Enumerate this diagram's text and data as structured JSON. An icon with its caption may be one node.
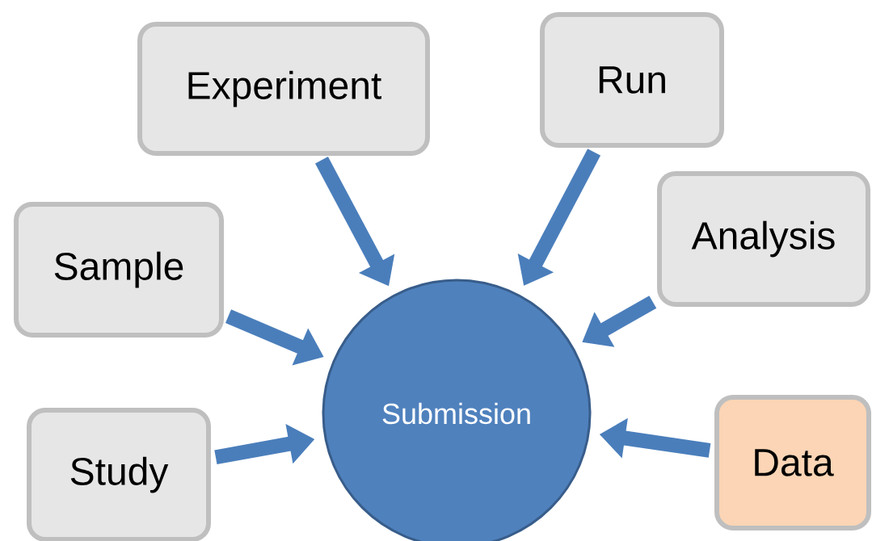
{
  "diagram": {
    "nodes": [
      {
        "text": [
          "Experiment"
        ]
      },
      {
        "text": [
          "Run"
        ]
      },
      {
        "text": [
          "Sample"
        ]
      },
      {
        "text": [
          "Analysis"
        ]
      },
      {
        "text": [
          "Submission"
        ]
      },
      {
        "text": [
          "Study"
        ]
      },
      {
        "text": [
          "Data"
        ]
      }
    ],
    "edges": [
      {
        "from": 0,
        "to": 4,
        "arrow": "to"
      },
      {
        "from": 1,
        "to": 4,
        "arrow": "to"
      },
      {
        "from": 2,
        "to": 4,
        "arrow": "to"
      },
      {
        "from": 3,
        "to": 4,
        "arrow": "to"
      },
      {
        "from": 5,
        "to": 4,
        "arrow": "to"
      },
      {
        "from": 6,
        "to": 4,
        "arrow": "to"
      }
    ]
  }
}
